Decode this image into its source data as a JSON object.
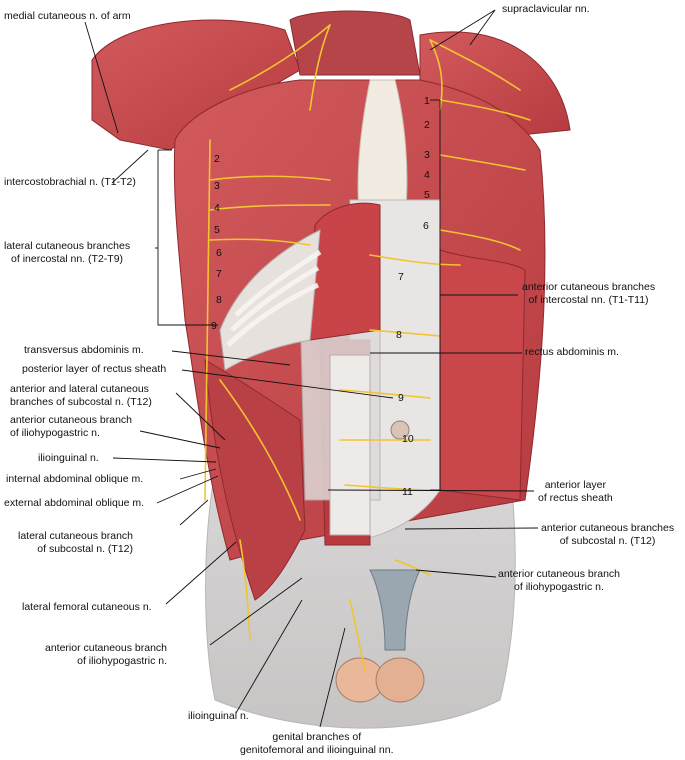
{
  "labels": {
    "medial_cutaneous_arm": "medial cutaneous n. of arm",
    "supraclavicular": "supraclavicular nn.",
    "intercostobrachial": "intercostobrachial n. (T1-T2)",
    "lateral_cutaneous_branches": "lateral cutaneous branches\nof inercostal nn. (T2-T9)",
    "anterior_cutaneous_intercostal": "anterior cutaneous branches\nof intercostal nn. (T1-T11)",
    "transversus_abdominis": "transversus abdominis m.",
    "posterior_layer_rectus": "posterior layer of rectus sheath",
    "rectus_abdominis": "rectus abdominis m.",
    "ant_lat_subcostal": "anterior and lateral cutaneous\nbranches of subcostal n. (T12)",
    "ant_cut_iliohypogastric_left": "anterior cutaneous branch\nof iliohypogastric n.",
    "ilioinguinal_upper": "ilioinguinal n.",
    "internal_oblique": "internal abdominal oblique m.",
    "external_oblique": "external abdominal oblique m.",
    "anterior_layer_rectus": "anterior layer\nof rectus sheath",
    "ant_cut_subcostal": "anterior cutaneous branches\nof subcostal n. (T12)",
    "lat_cut_subcostal": "lateral cutaneous branch\nof subcostal n. (T12)",
    "ant_cut_iliohypogastric_right": "anterior cutaneous branch\nof iliohypogastric n.",
    "lateral_femoral": "lateral femoral cutaneous n.",
    "ant_cut_iliohypogastric_lower": "anterior cutaneous branch\nof iliohypogastric n.",
    "ilioinguinal_lower": "ilioinguinal n.",
    "genital_branches": "genital branches of\ngenitofemoral and ilioinguinal nn."
  },
  "numbers": {
    "left_side": [
      "2",
      "3",
      "4",
      "5",
      "6",
      "7",
      "8",
      "9"
    ],
    "right_top": [
      "1",
      "2",
      "3",
      "4",
      "5",
      "6"
    ],
    "midline": [
      "7",
      "8",
      "9",
      "10",
      "11"
    ]
  },
  "colors": {
    "muscle": "#c8474b",
    "muscle_dark": "#9e2f34",
    "nerve": "#f2c430",
    "fascia": "#eeeae8",
    "skin": "#d9d7d6",
    "leader": "#111111"
  }
}
